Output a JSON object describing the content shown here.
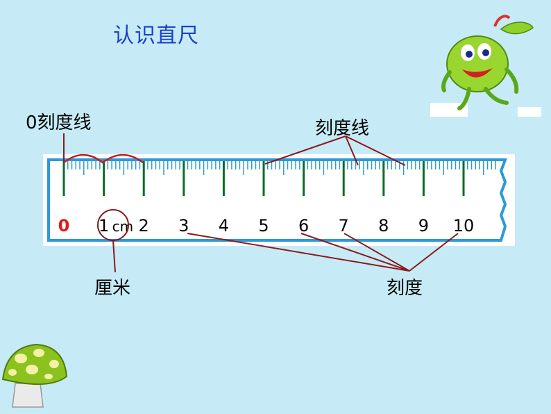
{
  "title": "认识直尺",
  "labels": {
    "zero_tick_line": "0刻度线",
    "tick_lines": "刻度线",
    "centimeter": "厘米",
    "scale_marks": "刻度"
  },
  "ruler": {
    "numbers": [
      "0",
      "1",
      "2",
      "3",
      "4",
      "5",
      "6",
      "7",
      "8",
      "9",
      "10"
    ],
    "unit": "cm",
    "colors": {
      "body": "#ffffff",
      "ticks": "#2a9ad8",
      "cm_ticks": "#0b6b26",
      "numbers": "#000000",
      "zero": "#e11b1b",
      "annotation_lines": "#8b1a1a"
    }
  },
  "icons": {
    "apple": "apple-mascot-icon",
    "mushroom": "mushroom-icon"
  }
}
